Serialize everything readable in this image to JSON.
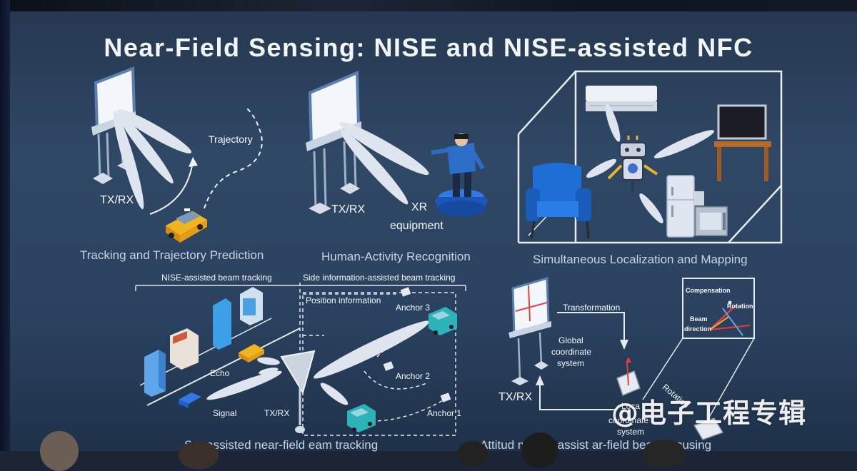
{
  "slide": {
    "title": "Near-Field Sensing: NISE and NISE-assisted NFC"
  },
  "panels": {
    "tracking": {
      "caption": "Tracking and Trajectory Prediction",
      "trajectory_label": "Trajectory",
      "txrx_label": "TX/RX"
    },
    "har": {
      "caption": "Human-Activity Recognition",
      "txrx_label": "TX/RX",
      "xr_label": "XR",
      "equipment_label": "equipment"
    },
    "slam": {
      "caption": "Simultaneous Localization and Mapping"
    },
    "beam_tracking": {
      "left_header": "NISE-assisted beam tracking",
      "right_header": "Side information-assisted beam tracking",
      "position_info": "Position information",
      "anchor3": "Anchor 3",
      "anchor2": "Anchor 2",
      "anchor1": "Anchor 1",
      "echo": "Echo",
      "signal": "Signal",
      "txrx_label": "TX/RX",
      "caption": "S    g-assisted near-field   eam tracking"
    },
    "attitude": {
      "transformation": "Transformation",
      "global_l1": "Global",
      "global_l2": "coordinate",
      "global_l3": "system",
      "txrx_label": "TX/RX",
      "local_l1": "Loca",
      "local_l2": "coordinate",
      "local_l3": "system",
      "compensation": "Compensation",
      "rotation": "Rotation",
      "beam": "Beam",
      "direction": "direction",
      "rotation2": "Rotation",
      "caption": "Attitud   mation assist   ar-field beam focusing"
    }
  },
  "watermark": "@电子工程专辑",
  "colors": {
    "background": "#2c4462",
    "beam": "#d7dde6",
    "taxi": "#f2b320",
    "teal_vehicle": "#2bb3b8",
    "chair": "#1f6ed6",
    "rotation_axis": "#e53b3b"
  }
}
